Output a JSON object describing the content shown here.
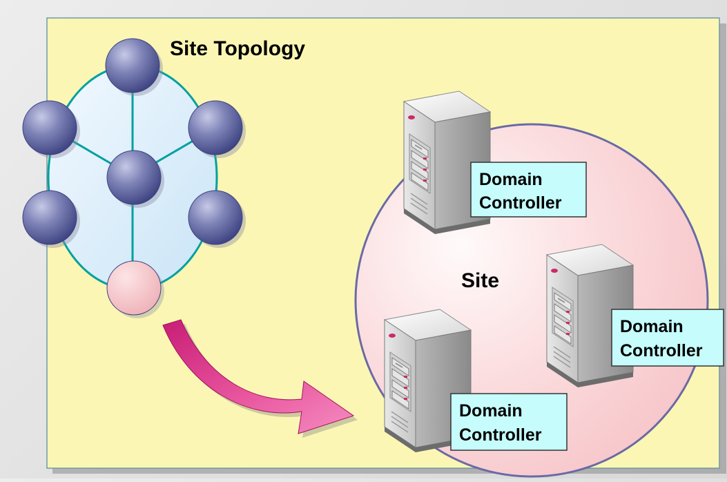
{
  "diagram": {
    "topology_title": "Site Topology",
    "site_label": "Site",
    "servers": [
      {
        "line1": "Domain",
        "line2": "Controller"
      },
      {
        "line1": "Domain",
        "line2": "Controller"
      },
      {
        "line1": "Domain",
        "line2": "Controller"
      }
    ]
  },
  "colors": {
    "panel": "#fbf6b4",
    "panel_border": "#6c9aa6",
    "topology_fill": "#dceefa",
    "topology_edge": "#00a0a0",
    "node": "#6a6fa6",
    "highlight_node": "#f4c4c8",
    "site_fill": "#fbd8da",
    "site_border": "#6a6aa4",
    "label_box": "#c6fcfc",
    "arrow": "#e2559e"
  }
}
